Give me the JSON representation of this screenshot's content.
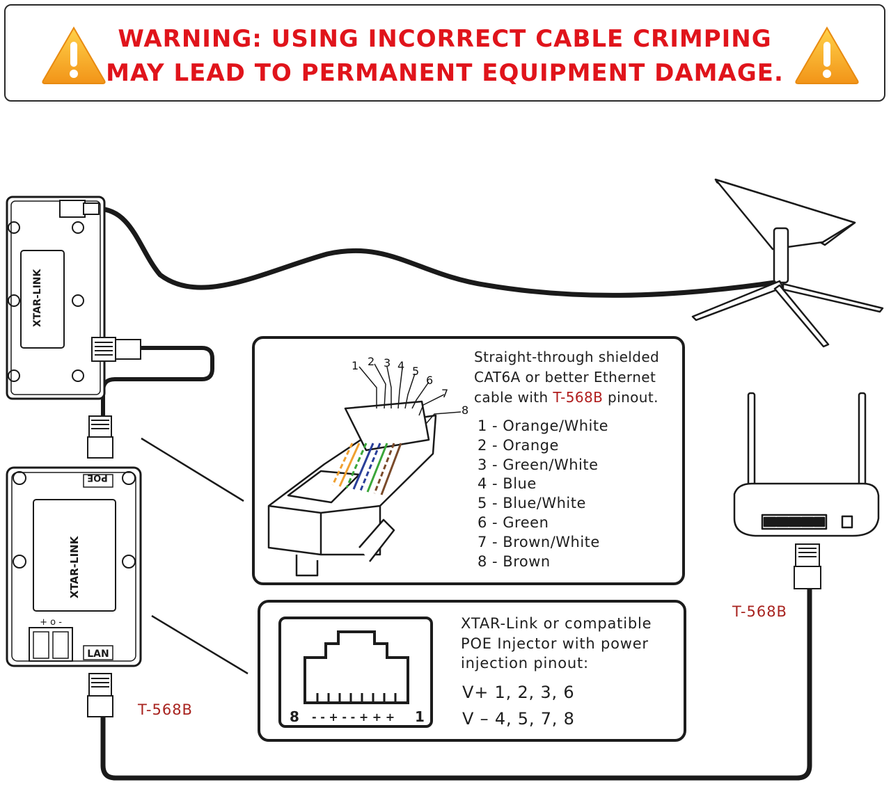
{
  "warning": {
    "line1": "WARNING: USING INCORRECT CABLE CRIMPING",
    "line2": "MAY LEAD TO PERMANENT EQUIPMENT DAMAGE.",
    "icon": "warning-triangle-icon",
    "text_color": "#e0141b",
    "icon_color": "#f5a623"
  },
  "devices": {
    "top_unit_brand": "XTAR-LINK",
    "poe_unit_brand": "XTAR-LINK",
    "poe_label": "POE",
    "lan_label": "LAN",
    "power_symbols": "+ o -"
  },
  "cable_panel": {
    "desc_line1": "Straight-through shielded",
    "desc_line2": "CAT6A or better Ethernet",
    "desc_line3_pre": "cable with ",
    "desc_line3_std": "T-568B",
    "desc_line3_post": " pinout.",
    "pin_numbers": [
      "1",
      "2",
      "3",
      "4",
      "5",
      "6",
      "7",
      "8"
    ],
    "pinout": [
      "1 - Orange/White",
      "2 - Orange",
      "3 - Green/White",
      "4 - Blue",
      "5 - Blue/White",
      "6 - Green",
      "7 - Brown/White",
      "8 - Brown"
    ],
    "wire_colors": [
      "#f0a030",
      "#f0a030",
      "#3aa63a",
      "#2a3f9a",
      "#2a3f9a",
      "#3aa63a",
      "#7a4a2a",
      "#7a4a2a"
    ]
  },
  "injector_panel": {
    "port_left": "8",
    "port_right": "1",
    "port_polarity": "- - + - - + + +",
    "desc_line1": "XTAR-Link or compatible",
    "desc_line2": "POE Injector with power",
    "desc_line3": "injection pinout:",
    "vplus": "V+ 1, 2, 3, 6",
    "vminus": "V – 4, 5, 7, 8"
  },
  "standard_labels": {
    "router_side": "T-568B",
    "injector_side": "T-568B"
  }
}
